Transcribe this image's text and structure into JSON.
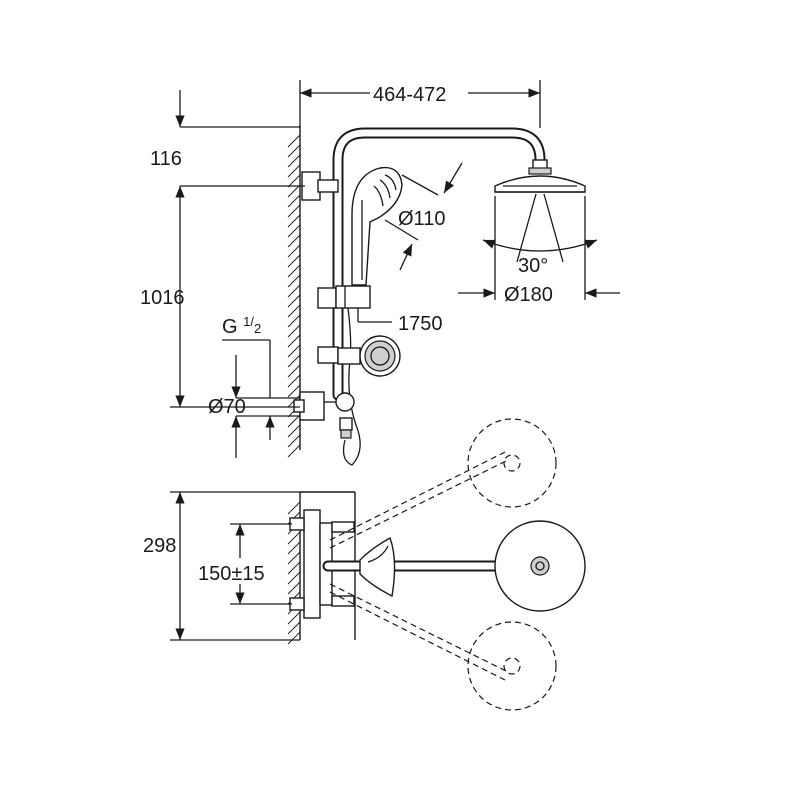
{
  "diagram": {
    "dimensions": {
      "width_span": "464-472",
      "top_offset": "116",
      "height_main": "1016",
      "thread_prefix": "G",
      "thread_num": "1",
      "thread_den": "2",
      "flange_diameter": "Ø70",
      "hand_shower_diameter": "Ø110",
      "hose_length": "1750",
      "spray_angle": "30°",
      "head_shower_diameter": "Ø180",
      "top_view_height": "298",
      "connection_distance": "150±15"
    }
  }
}
